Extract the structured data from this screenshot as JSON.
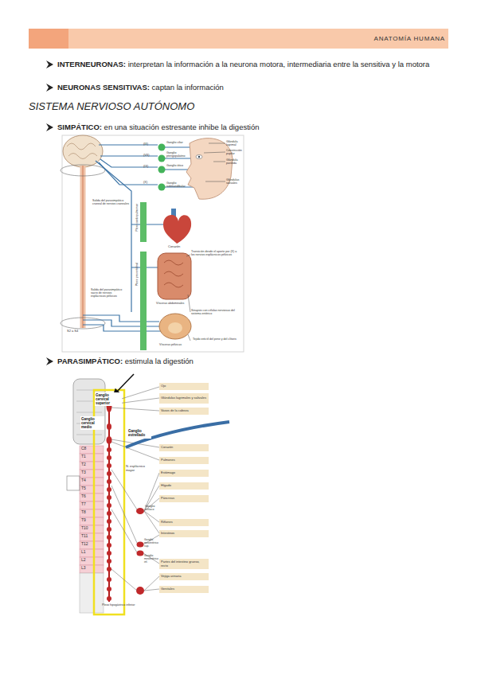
{
  "diagram": {
    "nodes": [
      {
        "text": [
          "ANATOMÍA HUMANA"
        ]
      },
      {
        "text": [
          "Ganglio cervical superior"
        ]
      },
      {
        "text": [
          "Ganglio cervical medio"
        ]
      },
      {
        "text": [
          "Ganglio estrellado"
        ]
      },
      {
        "text": [
          "Ojo"
        ]
      },
      {
        "text": [
          "Glándulas lagrimales y salivales"
        ]
      },
      {
        "text": [
          "Vasos de la cabeza"
        ]
      },
      {
        "text": [
          "Corazón"
        ]
      },
      {
        "text": [
          "Pulmones"
        ]
      },
      {
        "text": [
          "Estómago"
        ]
      },
      {
        "text": [
          "Hígado"
        ]
      },
      {
        "text": [
          "Páncreas"
        ]
      },
      {
        "text": [
          "Riñones"
        ]
      },
      {
        "text": [
          "Intestinos"
        ]
      },
      {
        "text": [
          "Partes del intestino grueso, recto"
        ]
      },
      {
        "text": [
          "Vejiga urinaria"
        ]
      },
      {
        "text": [
          "Genitales"
        ]
      }
    ],
    "labels": [
      "INTERNEURONAS:",
      "interpretan la información a la neurona motora, intermediaria entre la sensitiva y la motora",
      "NEURONAS SENSITIVAS:",
      "captan la información",
      "SISTEMA NERVIOSO AUTÓNOMO",
      "SIMPÁTICO:",
      "en una situación estresante inhibe la digestión",
      "PARASIMPÁTICO:",
      "estimula la digestión",
      "(III)",
      "(VII)",
      "(IX)",
      "(X)",
      "Ganglio ciliar",
      "Ganglio pterigopalatino",
      "Ganglio ótico",
      "Ganglio submandibular",
      "Glándula lagrimal",
      "Constricción pupilar",
      "Glándula parótida",
      "Glándulas salivales",
      "Salida del parasimpático craneal de nervios craneales",
      "Plexo cardiopulmonar",
      "Corazón",
      "Transición desde el aporte por (X) a los nervios esplácnicos pélvicos",
      "Plexo prevertebral",
      "Vísceras abdominales",
      "Sinapsis con células nerviosas del sistema entérico",
      "Salida del parasimpático sacro de nervios esplácnicos pélvicos",
      "S2 a S4",
      "Tejido eréctil del pene y del clítoris",
      "Vísceras pélvicas",
      "N. esplácnico mayor",
      "Ganglio celíaco",
      "Ganglio mesentérico sup.",
      "Ganglio mesentérico inf.",
      "Plexo hipogástrico inferior",
      "C8",
      "T1",
      "T2",
      "T3",
      "T4",
      "T5",
      "T6",
      "T7",
      "T8",
      "T9",
      "T10",
      "T11",
      "T12",
      "L1",
      "L2",
      "L3"
    ]
  }
}
